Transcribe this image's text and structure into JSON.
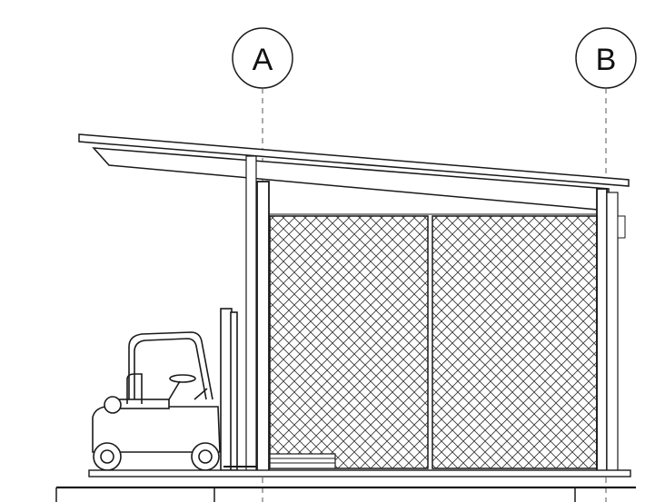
{
  "gridlines": [
    {
      "id": "A",
      "label": "A"
    },
    {
      "id": "B",
      "label": "B"
    }
  ],
  "colors": {
    "line": "#1a1a1a",
    "background": "#ffffff"
  }
}
